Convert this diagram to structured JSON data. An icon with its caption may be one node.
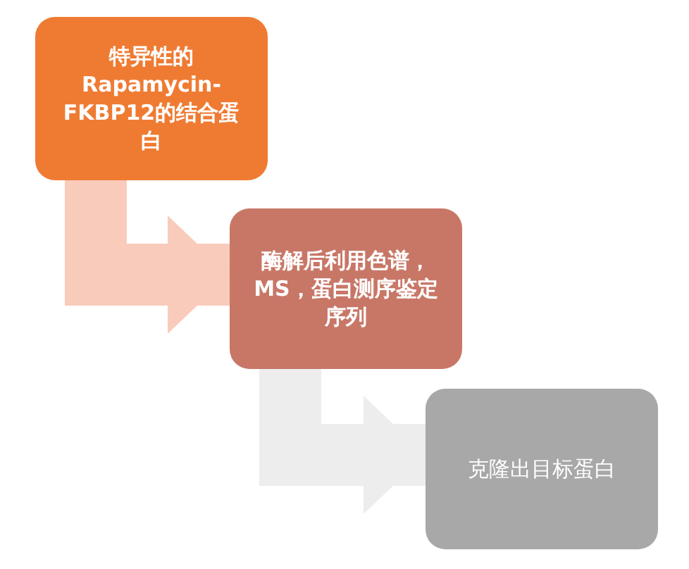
{
  "diagram": {
    "nodes": [
      {
        "text": [
          "特异性的Rapamycin-FKBP12的结合蛋白"
        ]
      },
      {
        "text": [
          "酶解后利用色谱，MS，蛋白测序鉴定序列"
        ]
      },
      {
        "text": [
          "克隆出目标蛋白"
        ]
      }
    ],
    "edges": [
      {
        "from": 0,
        "to": 1,
        "arrow": "to",
        "color": "#f9cbbb"
      },
      {
        "from": 1,
        "to": 2,
        "arrow": "to",
        "color": "#ededed"
      }
    ]
  }
}
